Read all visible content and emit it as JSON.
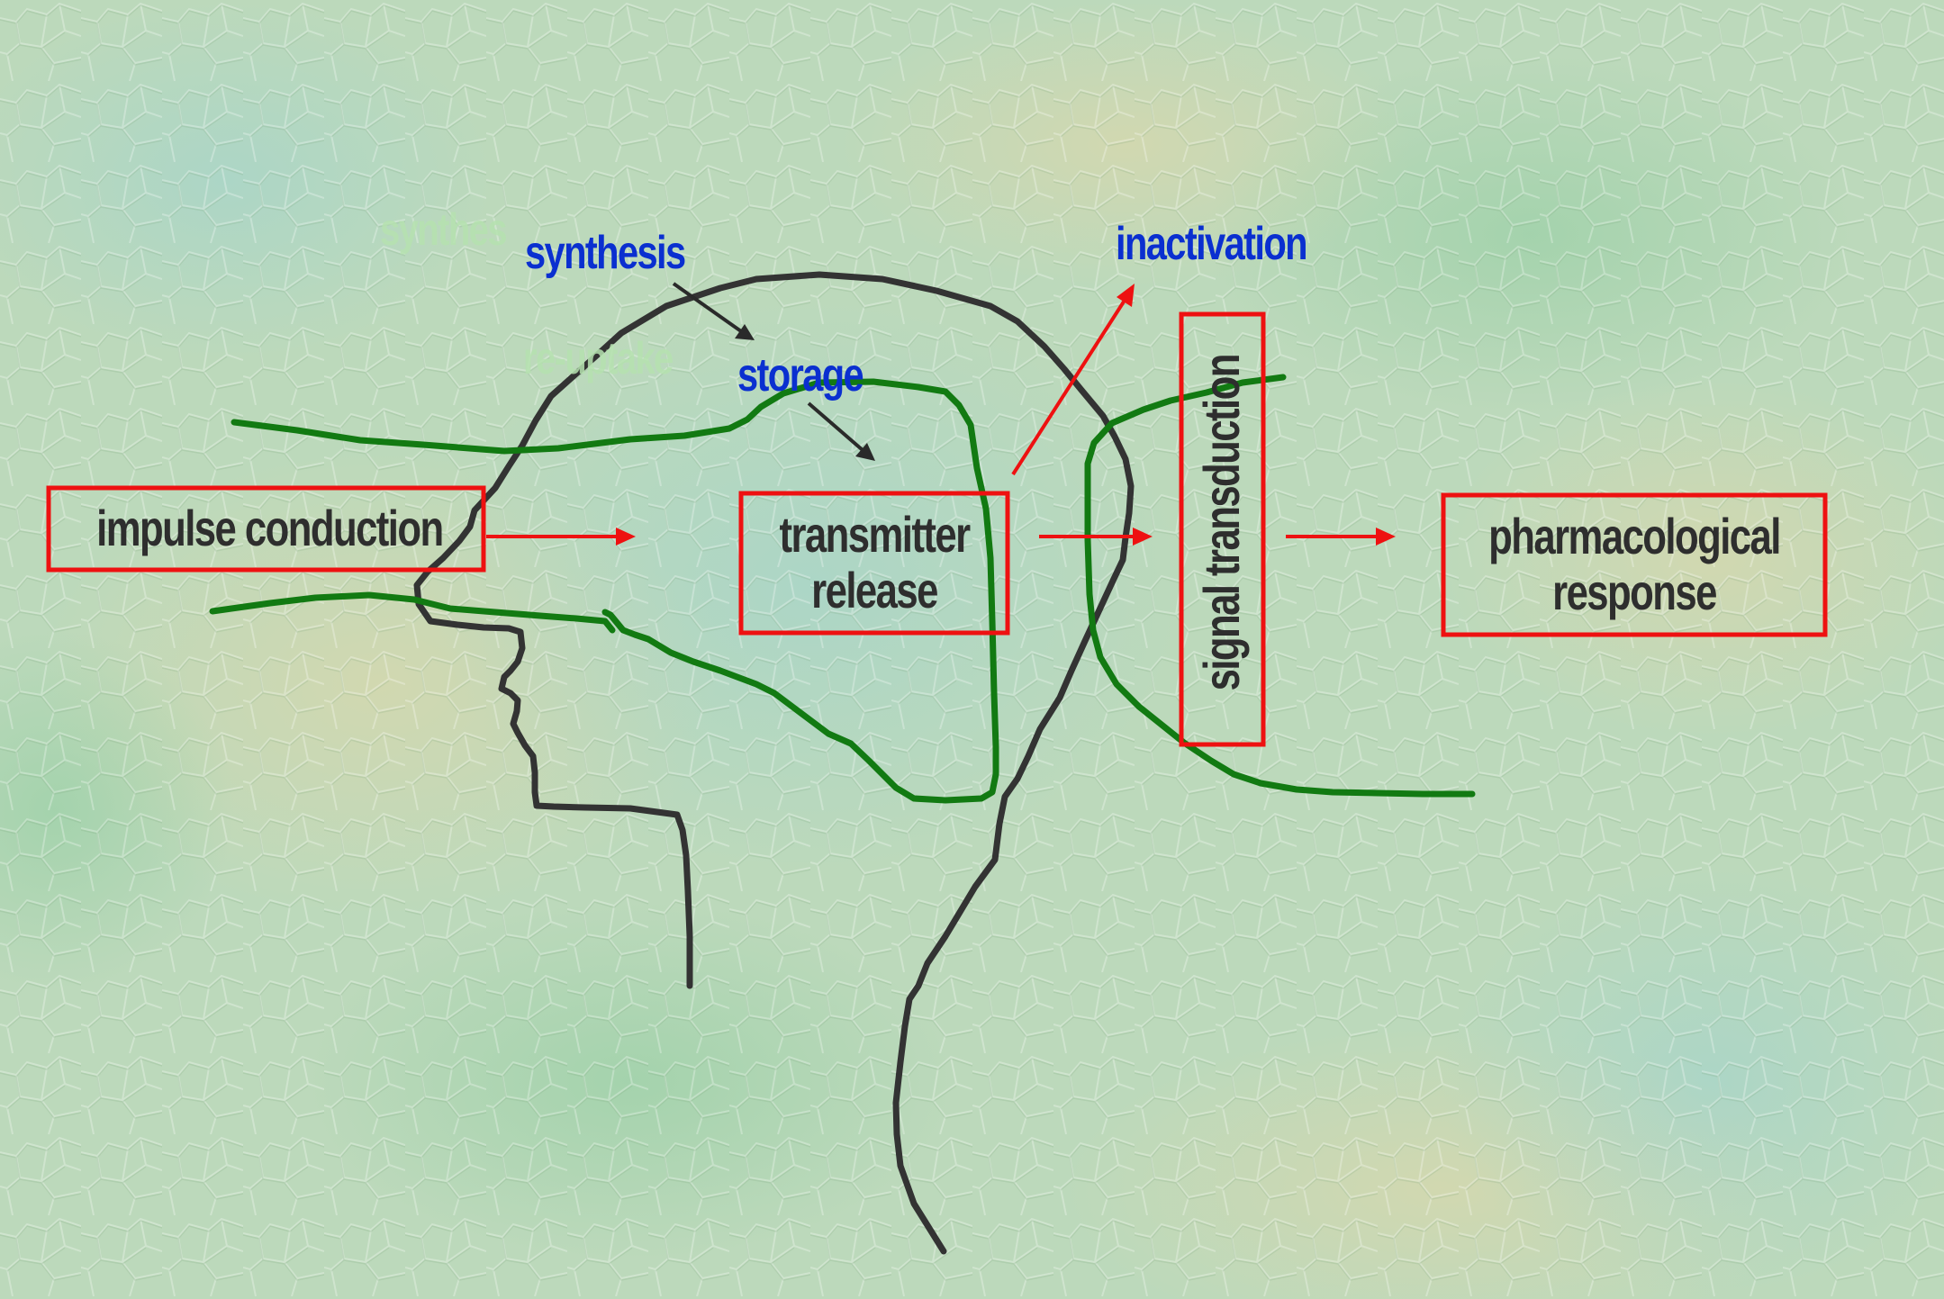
{
  "diagram": {
    "boxes": {
      "impulse": "impulse conduction",
      "transmitter_line1": "transmitter",
      "transmitter_line2": "release",
      "signal": "signal transduction",
      "pharmacological_line1": "pharmacological",
      "pharmacological_line2": "response"
    },
    "labels": {
      "synthesis": "synthesis",
      "storage": "storage",
      "inactivation": "inactivation"
    },
    "faded_labels": {
      "behind_synthesis": "synthes",
      "behind_storage": "re-uptake"
    },
    "colors": {
      "box_border": "#ee1111",
      "arrow_red": "#ee1111",
      "arrow_dark": "#2a2a2a",
      "neuron_outline": "#127a12",
      "head_outline": "#333333",
      "label_blue": "#0a2fd0",
      "box_text": "#2e2e2e",
      "background": "#bcd9bb"
    }
  }
}
